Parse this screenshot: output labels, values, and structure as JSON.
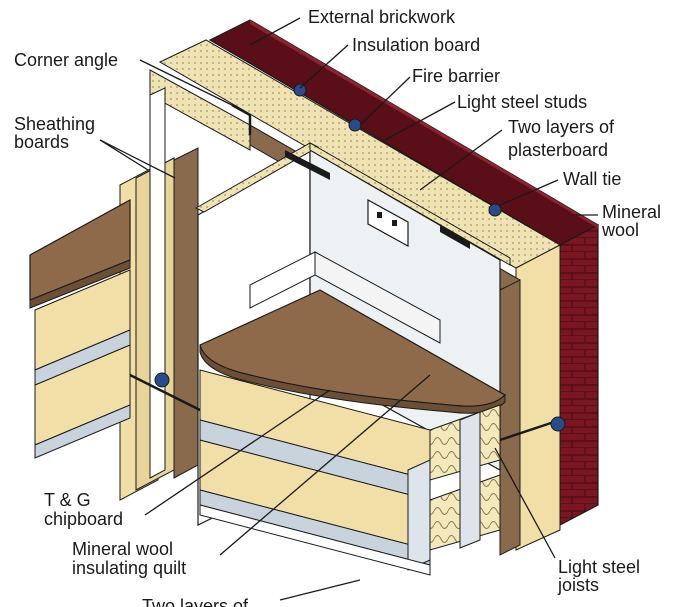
{
  "labels": {
    "external_brickwork": "External brickwork",
    "insulation_board": "Insulation board",
    "fire_barrier": "Fire barrier",
    "light_steel_studs": "Light steel studs",
    "two_layers_plasterboard_1": "Two layers of",
    "two_layers_plasterboard_2": "plasterboard",
    "wall_tie": "Wall tie",
    "mineral_wool_1": "Mineral",
    "mineral_wool_2": "wool",
    "corner_angle": "Corner angle",
    "sheathing_boards_1": "Sheathing",
    "sheathing_boards_2": "boards",
    "tg_chipboard_1": "T & G",
    "tg_chipboard_2": "chipboard",
    "mineral_wool_quilt_1": "Mineral wool",
    "mineral_wool_quilt_2": "insulating quilt",
    "light_steel_joists_1": "Light steel",
    "light_steel_joists_2": "joists",
    "bottom_two_layers": "Two layers of"
  },
  "colors": {
    "brick": "#7a1522",
    "brick_mortar": "#5a0f18",
    "sheathing": "#f2dfa8",
    "insulation": "#efe3b4",
    "stud_brown": "#8a6a4c",
    "chipboard": "#8f6a4a",
    "plasterboard": "#ffffff",
    "steel": "#c9d3de",
    "tie_blue": "#2b4a8a"
  }
}
